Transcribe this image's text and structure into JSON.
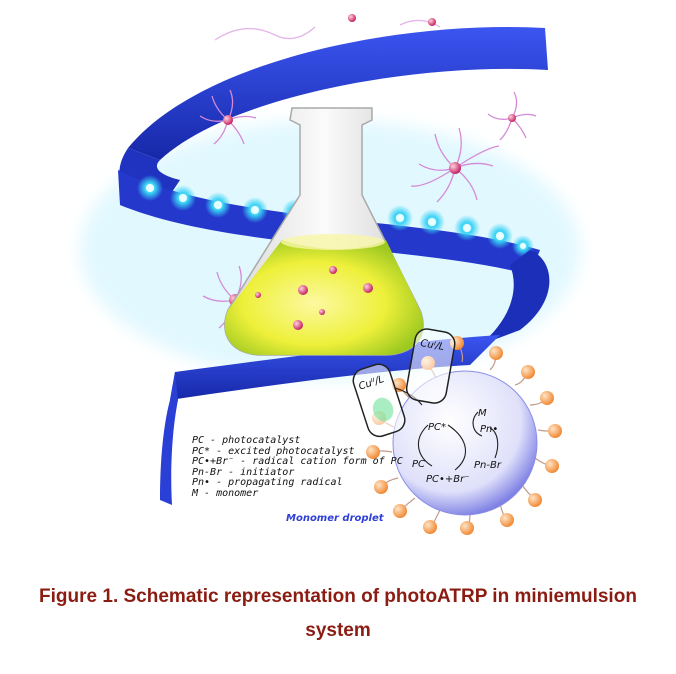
{
  "figure": {
    "caption_line1": "Figure 1. Schematic representation of photoATRP in miniemulsion",
    "caption_line2": "system",
    "droplet_label": "Monomer droplet",
    "legend": [
      "PC - photocatalyst",
      "PC* - excited photocatalyst",
      "PC•+Br⁻ - radical cation form of PC",
      "Pn-Br - initiator",
      "Pn• - propagating radical",
      "M - monomer"
    ],
    "tubes": {
      "left": "Cuᴵᴵ/L",
      "right": "Cuᴵ/L"
    },
    "cycle": {
      "pc_excited": "PC*",
      "pc": "PC",
      "radical_cation": "PC•+Br⁻",
      "monomer": "M",
      "radical": "Pn•",
      "initiator": "Pn-Br"
    },
    "colors": {
      "ribbon": "#2a3fd6",
      "caption": "#8b1c12",
      "particle": "#f4a460",
      "liquid": "#f5f064"
    }
  }
}
